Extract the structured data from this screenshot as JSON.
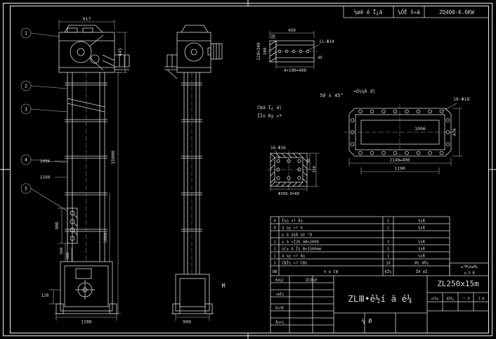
{
  "sheet": {
    "background": "#000000",
    "line_color": "#d9d9d9"
  },
  "top_bar": {
    "cell_left": "⅓øê é Ī¿ā",
    "cell_mid": "¼ŐÊ ň»ä",
    "cell_right": "ZQ400-6.6KW"
  },
  "front_view": {
    "balloons": [
      "1",
      "2",
      "3",
      "4",
      "5"
    ],
    "dim_width_head": "917",
    "dim_height_head": "445",
    "dim_height_total": "15000",
    "dim_height_section": "3000",
    "dim_1096": "1096",
    "dim_1190": "1190",
    "dim_908": "908",
    "dim_360": "360",
    "dim_300": "300",
    "dim_120": "120",
    "dim_width_base": "1286"
  },
  "side_view": {
    "dim_width_base": "948",
    "section_mark": "M"
  },
  "channel_detail": {
    "dim_width": "450",
    "dim_end": "30",
    "dim_section": "220×340",
    "dim_height": "340",
    "holes_label": "11-Φ14",
    "dim_40": "40",
    "dim_pitch": "4×100=400"
  },
  "notes": {
    "chamfer": "50 x 45°",
    "flange_note": "¤Ő½¼Ŕ đļ",
    "weld_note_1": "ĆŅä Ī¿ äļ",
    "weld_note_2": "ĪĪó Ŕý ×ª"
  },
  "flange_detail": {
    "holes_label": "10-Φ18",
    "dim_inner": "1096",
    "dim_height": "470",
    "dim_pitch": "2140=400",
    "dim_width": "1190"
  },
  "plate_detail": {
    "holes_label": "16-Φ16",
    "dim_90": "90",
    "dim_350": "350",
    "dim_pitch": "Φ368.8=88"
  },
  "bom": {
    "rows": [
      {
        "no": "4",
        "name": "Ī¼ņ ×ª Āņ",
        "qty": "1",
        "mat": "¾¼Ŕ"
      },
      {
        "no": "4",
        "name": "ä ¼ņ ×ª é",
        "qty": "1",
        "mat": "¾¼Ŕ"
      },
      {
        "no": "",
        "name": "± ä ä¾Á ¼é °å",
        "qty": "",
        "mat": ""
      },
      {
        "no": "1",
        "name": "± ä ×Ź26 äØ=2000",
        "qty": "3",
        "mat": "¼¼Ŕ"
      },
      {
        "no": "1",
        "name": "¼Ć± ä Ī¼ Ø=1500mm",
        "qty": "1",
        "mat": "¾¼Ŕ"
      },
      {
        "no": "1",
        "name": "ä ¼ņ ×ª Āņ",
        "qty": "1",
        "mat": "¼¼Ŕ"
      },
      {
        "no": "1",
        "name": "ĆŅĪ¼ ×ª ĆŅ¼",
        "qty": "1X",
        "mat": "Ø¼ äŔ¼"
      }
    ],
    "header": {
      "no": "ŐØ",
      "name": "ń ä ĆŅ",
      "qty": "ĶŽ¼",
      "mat": "ŽÁ äĪ"
    }
  },
  "title_block": {
    "material_label": "ŽĆŐ¼E",
    "title": "ZLⅢ•ê½í ä é¼",
    "model": "ZL250x15m",
    "right_note_1": "±³Ĥ¼X±Ĥ¼",
    "right_note_2": "±,X Ø",
    "sheet_label": "¼  Ø",
    "left_rows": [
      "Éè¼Ĉ",
      "»æÍ¼",
      "ÉóºË",
      "Åú×¼"
    ],
    "small_cells": [
      "±ČÀý",
      "ĶŽÁ¿",
      "¹² Ő",
      "Ĵ Ø"
    ]
  }
}
